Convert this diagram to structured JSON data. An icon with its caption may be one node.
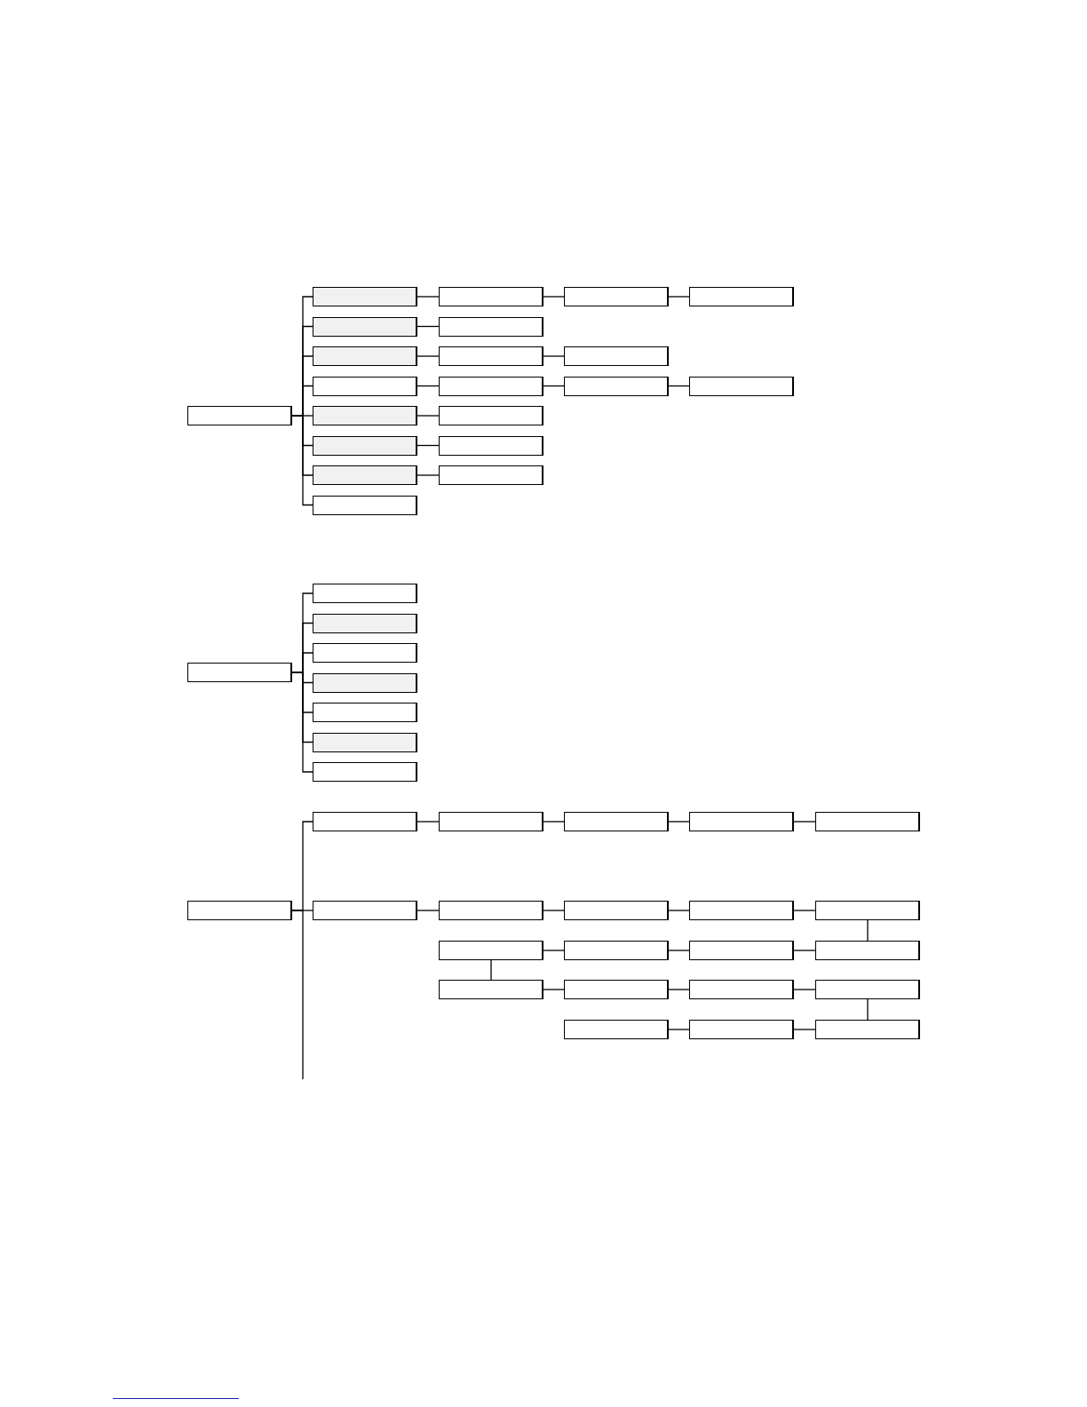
{
  "diagram": {
    "nodes": [
      {
        "text": [],
        "shape": "box"
      },
      {
        "text": [],
        "shape": "box"
      },
      {
        "text": [],
        "shape": "box"
      },
      {
        "text": [],
        "shape": "box"
      },
      {
        "text": [],
        "shape": "box"
      },
      {
        "text": [],
        "shape": "box"
      },
      {
        "text": [],
        "shape": "box"
      },
      {
        "text": [],
        "shape": "box"
      },
      {
        "text": [],
        "shape": "box"
      },
      {
        "text": [],
        "shape": "box"
      },
      {
        "text": [],
        "shape": "box"
      },
      {
        "text": [],
        "shape": "box"
      },
      {
        "text": [],
        "shape": "box"
      },
      {
        "text": [],
        "shape": "box"
      },
      {
        "text": [],
        "shape": "box"
      },
      {
        "text": [],
        "shape": "box"
      },
      {
        "text": [],
        "shape": "box"
      },
      {
        "text": [],
        "shape": "box"
      },
      {
        "text": [],
        "shape": "box"
      },
      {
        "text": [],
        "shape": "box"
      },
      {
        "text": [],
        "shape": "box"
      },
      {
        "text": [],
        "shape": "box"
      },
      {
        "text": [],
        "shape": "box"
      },
      {
        "text": [],
        "shape": "box"
      },
      {
        "text": [],
        "shape": "box"
      },
      {
        "text": [],
        "shape": "box"
      },
      {
        "text": [],
        "shape": "box"
      },
      {
        "text": [],
        "shape": "box"
      },
      {
        "text": [],
        "shape": "box"
      },
      {
        "text": [],
        "shape": "box"
      },
      {
        "text": [],
        "shape": "box"
      },
      {
        "text": [],
        "shape": "box"
      },
      {
        "text": [],
        "shape": "box"
      },
      {
        "text": [],
        "shape": "box"
      },
      {
        "text": [],
        "shape": "box"
      },
      {
        "text": [],
        "shape": "box"
      },
      {
        "text": [],
        "shape": "box"
      },
      {
        "text": [],
        "shape": "box"
      },
      {
        "text": [],
        "shape": "box"
      },
      {
        "text": [],
        "shape": "box"
      },
      {
        "text": [],
        "shape": "box"
      },
      {
        "text": [],
        "shape": "box"
      },
      {
        "text": [],
        "shape": "box"
      },
      {
        "text": [],
        "shape": "box"
      },
      {
        "text": [],
        "shape": "box"
      },
      {
        "text": [],
        "shape": "box"
      },
      {
        "text": [],
        "shape": "box"
      },
      {
        "text": [],
        "shape": "box"
      },
      {
        "text": [],
        "shape": "box"
      },
      {
        "text": [],
        "shape": "box"
      },
      {
        "text": [],
        "shape": "box"
      }
    ],
    "edges": [
      {
        "from": 0,
        "to": 1,
        "arrow": "none"
      },
      {
        "from": 0,
        "to": 5,
        "arrow": "none"
      },
      {
        "from": 0,
        "to": 7,
        "arrow": "none"
      },
      {
        "from": 0,
        "to": 10,
        "arrow": "none"
      },
      {
        "from": 0,
        "to": 14,
        "arrow": "none"
      },
      {
        "from": 0,
        "to": 16,
        "arrow": "none"
      },
      {
        "from": 0,
        "to": 18,
        "arrow": "none"
      },
      {
        "from": 0,
        "to": 20,
        "arrow": "none"
      },
      {
        "from": 1,
        "to": 2,
        "arrow": "none"
      },
      {
        "from": 2,
        "to": 3,
        "arrow": "none"
      },
      {
        "from": 3,
        "to": 4,
        "arrow": "none"
      },
      {
        "from": 5,
        "to": 6,
        "arrow": "none"
      },
      {
        "from": 7,
        "to": 8,
        "arrow": "none"
      },
      {
        "from": 8,
        "to": 9,
        "arrow": "none"
      },
      {
        "from": 10,
        "to": 11,
        "arrow": "none"
      },
      {
        "from": 11,
        "to": 12,
        "arrow": "none"
      },
      {
        "from": 12,
        "to": 13,
        "arrow": "none"
      },
      {
        "from": 14,
        "to": 15,
        "arrow": "none"
      },
      {
        "from": 16,
        "to": 17,
        "arrow": "none"
      },
      {
        "from": 18,
        "to": 19,
        "arrow": "none"
      },
      {
        "from": 21,
        "to": 22,
        "arrow": "none"
      },
      {
        "from": 21,
        "to": 23,
        "arrow": "none"
      },
      {
        "from": 21,
        "to": 24,
        "arrow": "none"
      },
      {
        "from": 21,
        "to": 25,
        "arrow": "none"
      },
      {
        "from": 21,
        "to": 26,
        "arrow": "none"
      },
      {
        "from": 21,
        "to": 27,
        "arrow": "none"
      },
      {
        "from": 21,
        "to": 28,
        "arrow": "none"
      },
      {
        "from": 29,
        "to": 30,
        "arrow": "none"
      },
      {
        "from": 29,
        "to": 35,
        "arrow": "none"
      },
      {
        "from": 29,
        "to": null,
        "arrow": "none"
      },
      {
        "from": 30,
        "to": 31,
        "arrow": "none"
      },
      {
        "from": 31,
        "to": 32,
        "arrow": "none"
      },
      {
        "from": 32,
        "to": 33,
        "arrow": "none"
      },
      {
        "from": 33,
        "to": 34,
        "arrow": "none"
      },
      {
        "from": 35,
        "to": 36,
        "arrow": "none"
      },
      {
        "from": 36,
        "to": 37,
        "arrow": "none"
      },
      {
        "from": 37,
        "to": 38,
        "arrow": "none"
      },
      {
        "from": 38,
        "to": 39,
        "arrow": "none"
      },
      {
        "from": 39,
        "to": 43,
        "arrow": "none"
      },
      {
        "from": 40,
        "to": 41,
        "arrow": "none"
      },
      {
        "from": 41,
        "to": 42,
        "arrow": "none"
      },
      {
        "from": 42,
        "to": 43,
        "arrow": "none"
      },
      {
        "from": 40,
        "to": 44,
        "arrow": "none"
      },
      {
        "from": 44,
        "to": 45,
        "arrow": "none"
      },
      {
        "from": 45,
        "to": 46,
        "arrow": "none"
      },
      {
        "from": 46,
        "to": 47,
        "arrow": "none"
      },
      {
        "from": 47,
        "to": 50,
        "arrow": "none"
      },
      {
        "from": 48,
        "to": 49,
        "arrow": "none"
      },
      {
        "from": 49,
        "to": 50,
        "arrow": "none"
      }
    ]
  }
}
